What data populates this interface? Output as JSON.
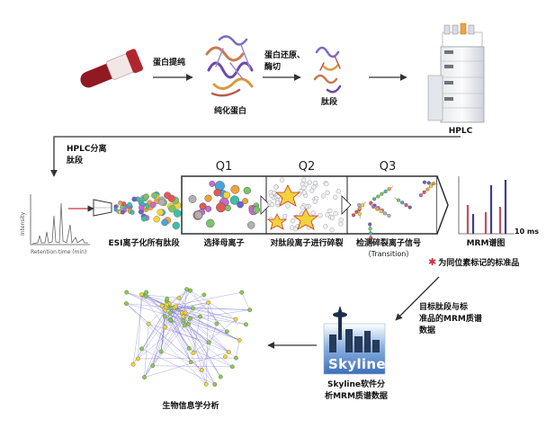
{
  "steps": {
    "protein_extraction": "蛋白提纯",
    "purified_protein": "纯化蛋白",
    "reduce_digest": [
      "蛋白还原、",
      "酶切"
    ],
    "peptides": "肽段",
    "hplc": "HPLC",
    "hplc_separate": [
      "HPLC分离",
      "肽段"
    ],
    "esi": "ESI离子化所有肽段",
    "q1_desc": "选择母离子",
    "q2_desc": "对肽段离子进行碎裂",
    "q3_desc": [
      "检测碎裂离子信号",
      "（Transition）"
    ],
    "mrm_spectrum": "MRM谱图",
    "ms_unit": "10 ms",
    "legend": "为同位素标记的标准品",
    "target_data": [
      "目标肽段与标",
      "准品的MRM质谱",
      "数据"
    ],
    "skyline_word": "Skyline",
    "skyline_desc": [
      "Skyline软件分",
      "析MRM质谱数据"
    ],
    "bioinformatics": "生物信息学分析"
  },
  "quadrupoles": [
    "Q1",
    "Q2",
    "Q3"
  ],
  "chromatogram": {
    "ylabel": "Intensity",
    "xlabel": "Retention time (min)"
  },
  "colors": {
    "blood_red": "#8f1a22",
    "arrow": "#333333",
    "mrm_red": "#c0505e",
    "mrm_blue": "#3c3f8a",
    "skyline_blue": "#3c6fb6",
    "network_purple": "#6a63c8",
    "node_green": "#8ec65a",
    "star_red": "#d0303c"
  },
  "icons": [
    "blood-tube-icon",
    "protein-ribbon-icon",
    "peptide-ribbon-icon",
    "hplc-instrument-icon",
    "skyline-logo-icon",
    "network-graph-icon"
  ]
}
